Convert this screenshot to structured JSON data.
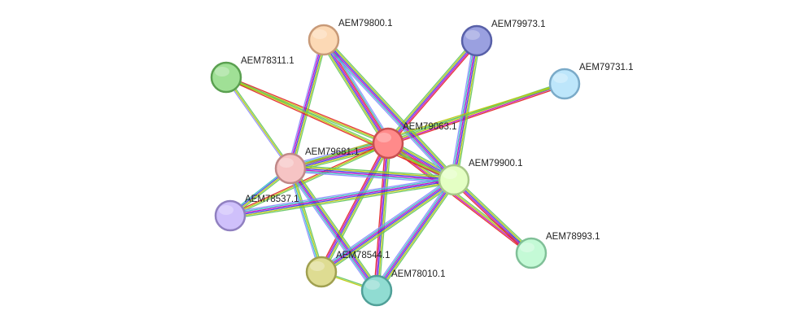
{
  "network": {
    "edge_colors": [
      "#62c462",
      "#b8c800",
      "#3838e8",
      "#c000c0",
      "#e02020",
      "#30c0c0",
      "#8c8cff"
    ],
    "nodes": [
      {
        "id": "AEM79063.1",
        "label": "AEM79063.1",
        "color": "#ff8a8a",
        "stroke": "#c85050"
      },
      {
        "id": "AEM79800.1",
        "label": "AEM79800.1",
        "color": "#fcd9b5",
        "stroke": "#c89a78"
      },
      {
        "id": "AEM79973.1",
        "label": "AEM79973.1",
        "color": "#9aa0e0",
        "stroke": "#5860a8"
      },
      {
        "id": "AEM79731.1",
        "label": "AEM79731.1",
        "color": "#bde6fb",
        "stroke": "#7aaac8"
      },
      {
        "id": "AEM78311.1",
        "label": "AEM78311.1",
        "color": "#a0e096",
        "stroke": "#5aa050"
      },
      {
        "id": "AEM79681.1",
        "label": "AEM79681.1",
        "color": "#f6c4c4",
        "stroke": "#c08888"
      },
      {
        "id": "AEM79900.1",
        "label": "AEM79900.1",
        "color": "#e4ffc4",
        "stroke": "#a8c888"
      },
      {
        "id": "AEM78537.1",
        "label": "AEM78537.1",
        "color": "#cfc0fb",
        "stroke": "#9080c0"
      },
      {
        "id": "AEM78544.1",
        "label": "AEM78544.1",
        "color": "#dedc92",
        "stroke": "#a0a050"
      },
      {
        "id": "AEM78010.1",
        "label": "AEM78010.1",
        "color": "#90dcd2",
        "stroke": "#50a098"
      },
      {
        "id": "AEM78993.1",
        "label": "AEM78993.1",
        "color": "#c4fad6",
        "stroke": "#80c098"
      }
    ],
    "edges": [
      {
        "source": "AEM79063.1",
        "target": "AEM79800.1",
        "colors": [
          0,
          1,
          2,
          3,
          4,
          5,
          6
        ]
      },
      {
        "source": "AEM79063.1",
        "target": "AEM79973.1",
        "colors": [
          0,
          1,
          2,
          3,
          4
        ]
      },
      {
        "source": "AEM79063.1",
        "target": "AEM79731.1",
        "colors": [
          0,
          1,
          3,
          4
        ]
      },
      {
        "source": "AEM79063.1",
        "target": "AEM78311.1",
        "colors": [
          0,
          1,
          4
        ]
      },
      {
        "source": "AEM79063.1",
        "target": "AEM79681.1",
        "colors": [
          0,
          1,
          2,
          3,
          4,
          5,
          6
        ]
      },
      {
        "source": "AEM79063.1",
        "target": "AEM79900.1",
        "colors": [
          0,
          1,
          2,
          3,
          4,
          5,
          6
        ]
      },
      {
        "source": "AEM79063.1",
        "target": "AEM78537.1",
        "colors": [
          0,
          1,
          4
        ]
      },
      {
        "source": "AEM79063.1",
        "target": "AEM78544.1",
        "colors": [
          0,
          1,
          2,
          3,
          4
        ]
      },
      {
        "source": "AEM79063.1",
        "target": "AEM78010.1",
        "colors": [
          0,
          1,
          2,
          3,
          4
        ]
      },
      {
        "source": "AEM79063.1",
        "target": "AEM78993.1",
        "colors": [
          0,
          1,
          3,
          4
        ]
      },
      {
        "source": "AEM79800.1",
        "target": "AEM79681.1",
        "colors": [
          0,
          1,
          2,
          3,
          6
        ]
      },
      {
        "source": "AEM79800.1",
        "target": "AEM79900.1",
        "colors": [
          0,
          1,
          2,
          3,
          5,
          6
        ]
      },
      {
        "source": "AEM79973.1",
        "target": "AEM79900.1",
        "colors": [
          0,
          1,
          2,
          3,
          5,
          6
        ]
      },
      {
        "source": "AEM79731.1",
        "target": "AEM79681.1",
        "colors": [
          0,
          1
        ]
      },
      {
        "source": "AEM78311.1",
        "target": "AEM79681.1",
        "colors": [
          0,
          1,
          6
        ]
      },
      {
        "source": "AEM78311.1",
        "target": "AEM79900.1",
        "colors": [
          0,
          1,
          4
        ]
      },
      {
        "source": "AEM79681.1",
        "target": "AEM79900.1",
        "colors": [
          0,
          1,
          2,
          3,
          5,
          6
        ]
      },
      {
        "source": "AEM79681.1",
        "target": "AEM78537.1",
        "colors": [
          0,
          1,
          2,
          5
        ]
      },
      {
        "source": "AEM79681.1",
        "target": "AEM78544.1",
        "colors": [
          0,
          1,
          5,
          6
        ]
      },
      {
        "source": "AEM79681.1",
        "target": "AEM78010.1",
        "colors": [
          0,
          1,
          2,
          3,
          5,
          6
        ]
      },
      {
        "source": "AEM79900.1",
        "target": "AEM78537.1",
        "colors": [
          0,
          1,
          2,
          3,
          5,
          6
        ]
      },
      {
        "source": "AEM79900.1",
        "target": "AEM78544.1",
        "colors": [
          0,
          1,
          2,
          3,
          5,
          6
        ]
      },
      {
        "source": "AEM79900.1",
        "target": "AEM78010.1",
        "colors": [
          0,
          1,
          2,
          3,
          5,
          6
        ]
      },
      {
        "source": "AEM79900.1",
        "target": "AEM78993.1",
        "colors": [
          0,
          1,
          2,
          3,
          4
        ]
      },
      {
        "source": "AEM78544.1",
        "target": "AEM78010.1",
        "colors": [
          0,
          1
        ]
      }
    ]
  }
}
